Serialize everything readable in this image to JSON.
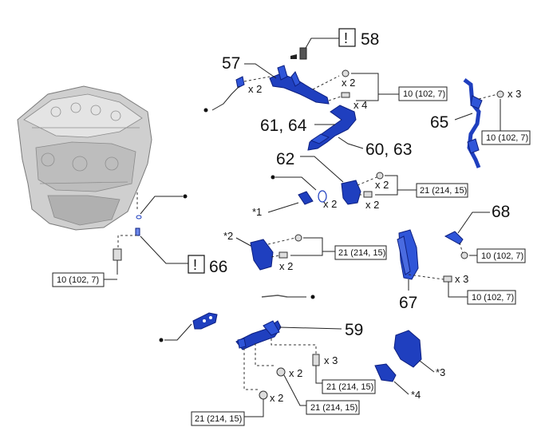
{
  "callouts": {
    "c57": "57",
    "c58": "58",
    "c61_64": "61, 64",
    "c60_63": "60, 63",
    "c62": "62",
    "c65": "65",
    "c66": "66",
    "c67": "67",
    "c68": "68",
    "c59": "59"
  },
  "notes": {
    "n1": "*1",
    "n2": "*2",
    "n3": "*3",
    "n4": "*4"
  },
  "quantities": {
    "q_57_left": "x 2",
    "q_57_nut": "x 2",
    "q_57_bolt": "x 4",
    "q_65": "x 3",
    "q_62_nut": "x 2",
    "q_62_bolt": "x 2",
    "q_n1": "x 2",
    "q_n2": "x 2",
    "q_67": "x 3",
    "q_59_stud": "x 3",
    "q_59_nut": "x 2",
    "q_59_nut2": "x 2"
  },
  "torques": {
    "t1": "10 (102, 7)",
    "t2": "10 (102, 7)",
    "t3": "21 (214, 15)",
    "t4": "10 (102, 7)",
    "t5": "21 (214, 15)",
    "t6": "10 (102, 7)",
    "t7": "10 (102, 7)",
    "t8": "21 (214, 15)",
    "t9": "21 (214, 15)",
    "t10": "21 (214, 15)"
  },
  "warning_symbol": "!",
  "colors": {
    "part_blue": "#1f3fbf",
    "engine_gray": "#c8c8c8"
  }
}
